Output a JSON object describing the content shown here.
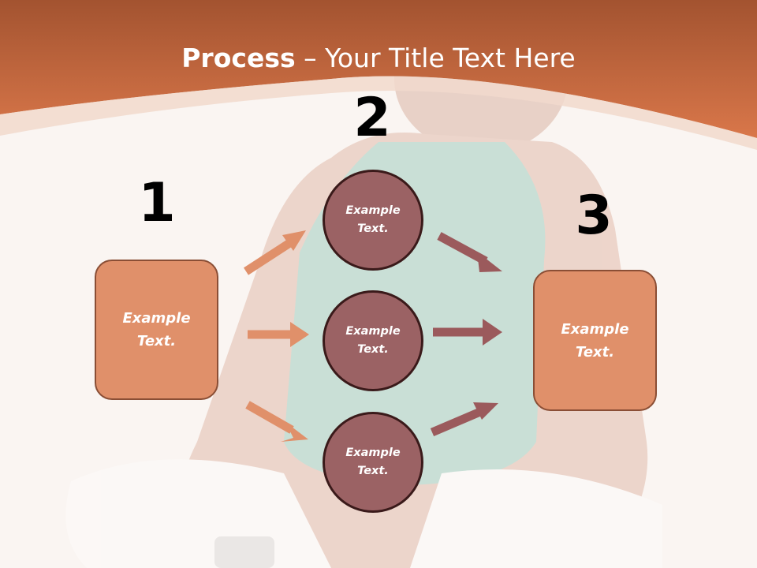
{
  "title": {
    "bold": "Process",
    "rest": " – Your Title Text Here"
  },
  "steps": [
    {
      "number": "1",
      "text": "Example\nText."
    },
    {
      "number": "2",
      "text": "Example\nText."
    },
    {
      "number": "3",
      "text": "Example\nText."
    }
  ],
  "middle_nodes": [
    {
      "text": "Example\nText."
    },
    {
      "text": "Example\nText."
    },
    {
      "text": "Example\nText."
    }
  ],
  "colors": {
    "header": "#c9663a",
    "box_fill": "#e0906a",
    "box_border": "#8a4e35",
    "circle_fill": "#9b6264",
    "circle_border": "#3a1a1a",
    "arrow_left": "#e0906a",
    "arrow_right": "#9b5a5c"
  }
}
